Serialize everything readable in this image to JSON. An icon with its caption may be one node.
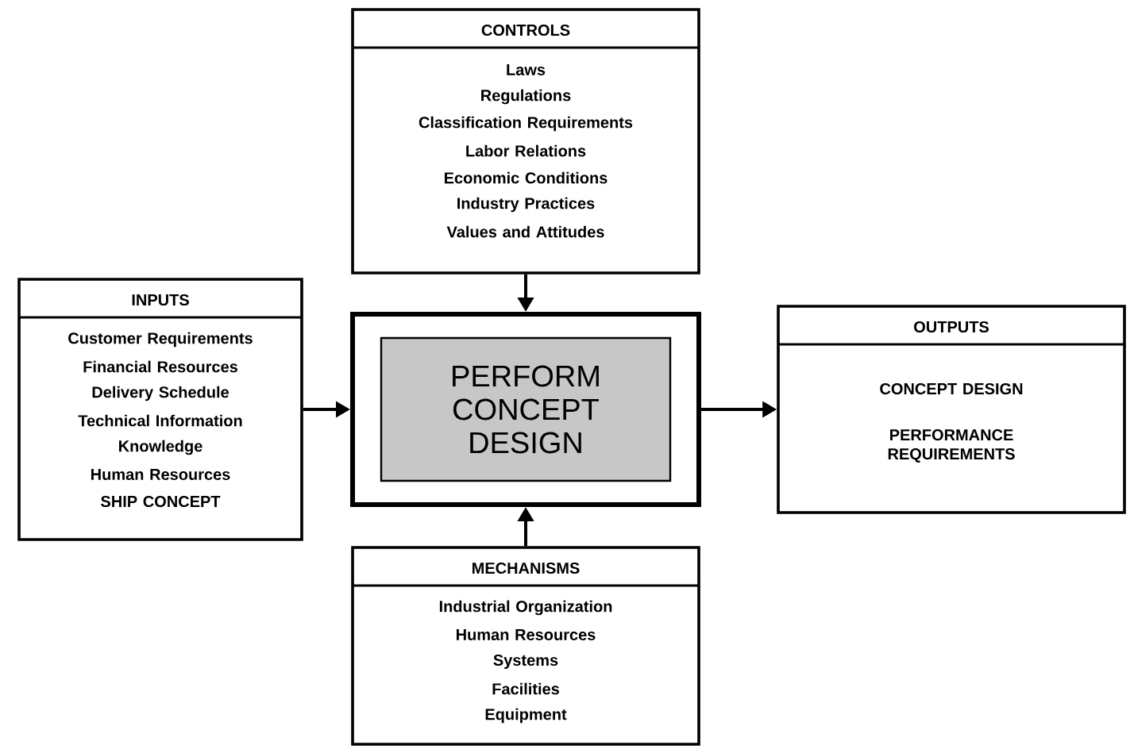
{
  "diagram": {
    "nodes": [
      {
        "text": [
          "CONTROLS",
          "Laws",
          "Regulations",
          "Classification Requirements",
          "Labor Relations",
          "Economic Conditions",
          "Industry Practices",
          "Values and Attitudes"
        ]
      },
      {
        "text": [
          "INPUTS",
          "Customer Requirements",
          "Financial Resources",
          "Delivery Schedule",
          "Technical Information",
          "Knowledge",
          "Human Resources",
          "SHIP CONCEPT"
        ]
      },
      {
        "text": [
          "PERFORM CONCEPT DESIGN"
        ]
      },
      {
        "text": [
          "OUTPUTS",
          "CONCEPT DESIGN",
          "PERFORMANCE REQUIREMENTS"
        ]
      },
      {
        "text": [
          "MECHANISMS",
          "Industrial Organization",
          "Human Resources",
          "Systems",
          "Facilities",
          "Equipment"
        ]
      }
    ],
    "edges": [
      {
        "from": 0,
        "to": 2,
        "arrow": "to"
      },
      {
        "from": 1,
        "to": 2,
        "arrow": "to"
      },
      {
        "from": 2,
        "to": 3,
        "arrow": "to"
      },
      {
        "from": 4,
        "to": 2,
        "arrow": "to"
      }
    ]
  }
}
